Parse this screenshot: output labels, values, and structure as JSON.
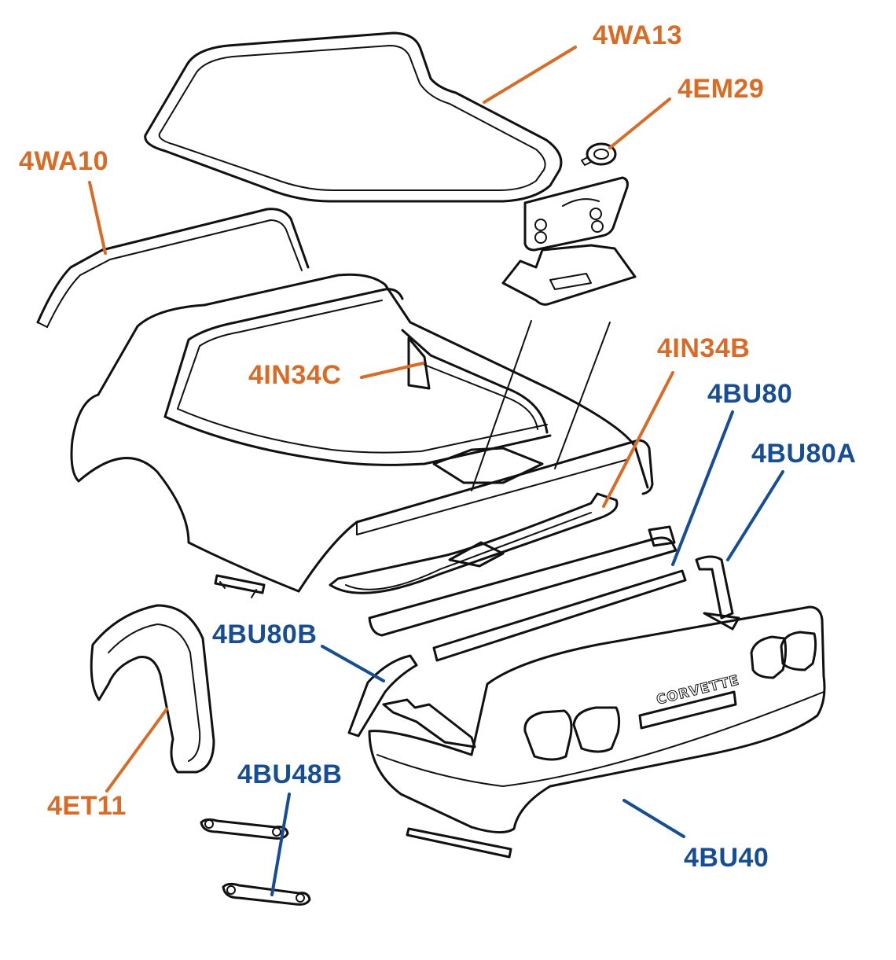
{
  "colors": {
    "orange": "#dc6a22",
    "blue": "#154d96",
    "ink": "#111111",
    "background": "#ffffff"
  },
  "callouts": {
    "4WA13": {
      "text": "4WA13",
      "color": "orange"
    },
    "4EM29": {
      "text": "4EM29",
      "color": "orange"
    },
    "4WA10": {
      "text": "4WA10",
      "color": "orange"
    },
    "4IN34C": {
      "text": "4IN34C",
      "color": "orange"
    },
    "4IN34B": {
      "text": "4IN34B",
      "color": "orange"
    },
    "4BU80": {
      "text": "4BU80",
      "color": "blue"
    },
    "4BU80A": {
      "text": "4BU80A",
      "color": "blue"
    },
    "4BU80B": {
      "text": "4BU80B",
      "color": "blue"
    },
    "4ET11": {
      "text": "4ET11",
      "color": "orange"
    },
    "4BU48B": {
      "text": "4BU48B",
      "color": "blue"
    },
    "4BU40": {
      "text": "4BU40",
      "color": "blue"
    }
  },
  "emblem": {
    "text": "CORVETTE"
  }
}
